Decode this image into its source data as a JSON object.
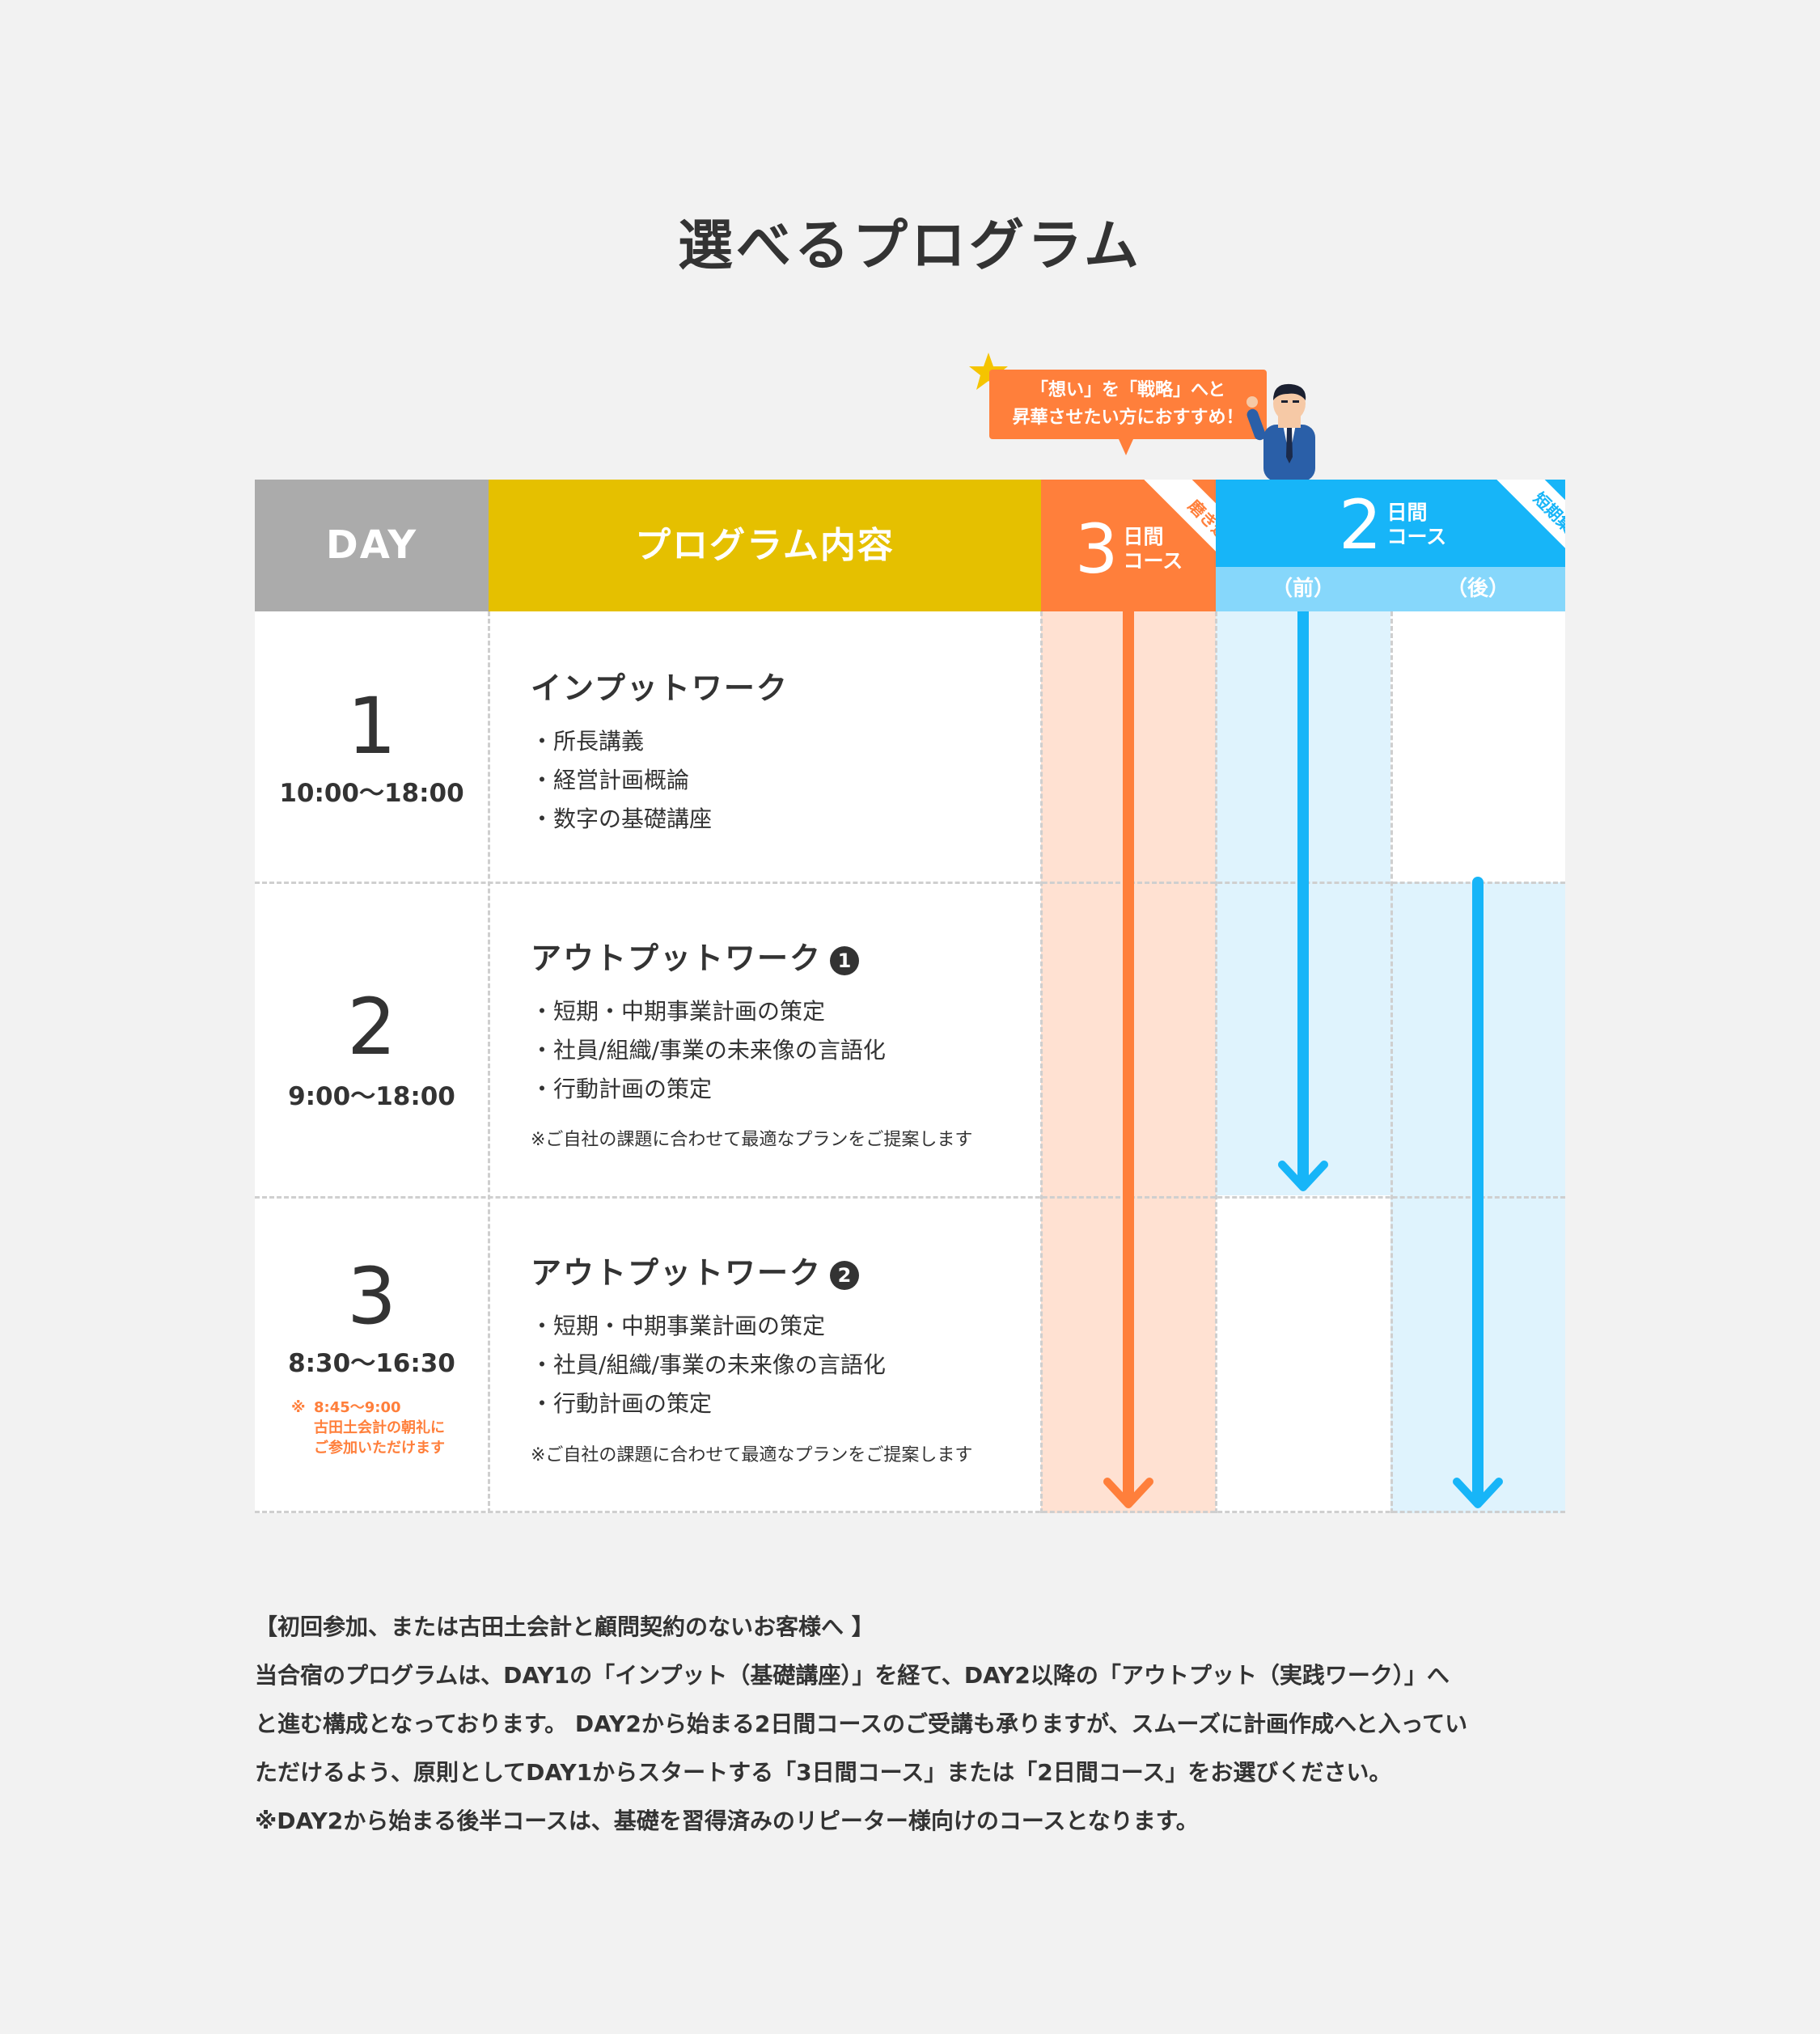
{
  "page_title": "選べるプログラム",
  "promo": {
    "line1": "「想い」を「戦略」へと",
    "line2": "昇華させたい方におすすめ！"
  },
  "header": {
    "day": "DAY",
    "program": "プログラム内容",
    "course3": {
      "num": "3",
      "line1": "日間",
      "line2": "コース",
      "badge": "磨き込み"
    },
    "course2": {
      "num": "2",
      "line1": "日間",
      "line2": "コース",
      "badge": "短期集中!",
      "first": "（前）",
      "second": "（後）"
    }
  },
  "days": [
    {
      "num": "1",
      "time": "10:00〜18:00",
      "title": "インプットワーク",
      "circle": "",
      "items": [
        "所長講義",
        "経営計画概論",
        "数字の基礎講座"
      ],
      "note": ""
    },
    {
      "num": "2",
      "time": "9:00〜18:00",
      "title": "アウトプットワーク",
      "circle": "1",
      "items": [
        "短期・中期事業計画の策定",
        "社員/組織/事業の未来像の言語化",
        "行動計画の策定"
      ],
      "note": "※ご自社の課題に合わせて最適なプランをご提案します"
    },
    {
      "num": "3",
      "time": "8:30〜16:30",
      "title": "アウトプットワーク",
      "circle": "2",
      "items": [
        "短期・中期事業計画の策定",
        "社員/組織/事業の未来像の言語化",
        "行動計画の策定"
      ],
      "note": "※ご自社の課題に合わせて最適なプランをご提案します",
      "extra": {
        "mark": "※",
        "line1": "8:45〜9:00",
        "line2": "古田土会計の朝礼に",
        "line3": "ご参加いただけます"
      }
    }
  ],
  "footer": {
    "line1": "【初回参加、または古田土会計と顧問契約のないお客様へ 】",
    "line2": "当合宿のプログラムは、DAY1の「インプット（基礎講座）」を経て、DAY2以降の「アウトプット（実践ワーク）」へ",
    "line3": "と進む構成となっております。 DAY2から始まる2日間コースのご受講も承りますが、スムーズに計画作成へと入ってい",
    "line4": "ただけるよう、原則としてDAY1からスタートする「3日間コース」または「2日間コース」をお選びください。",
    "line5": "※DAY2から始まる後半コースは、基礎を習得済みのリピーター様向けのコースとなります。"
  },
  "colors": {
    "orange": "#ff7f3b",
    "blue": "#17b5f8",
    "yellow": "#e5c000",
    "gray": "#ababab",
    "light_orange": "#ffe1d2",
    "light_blue": "#dff3fd"
  }
}
